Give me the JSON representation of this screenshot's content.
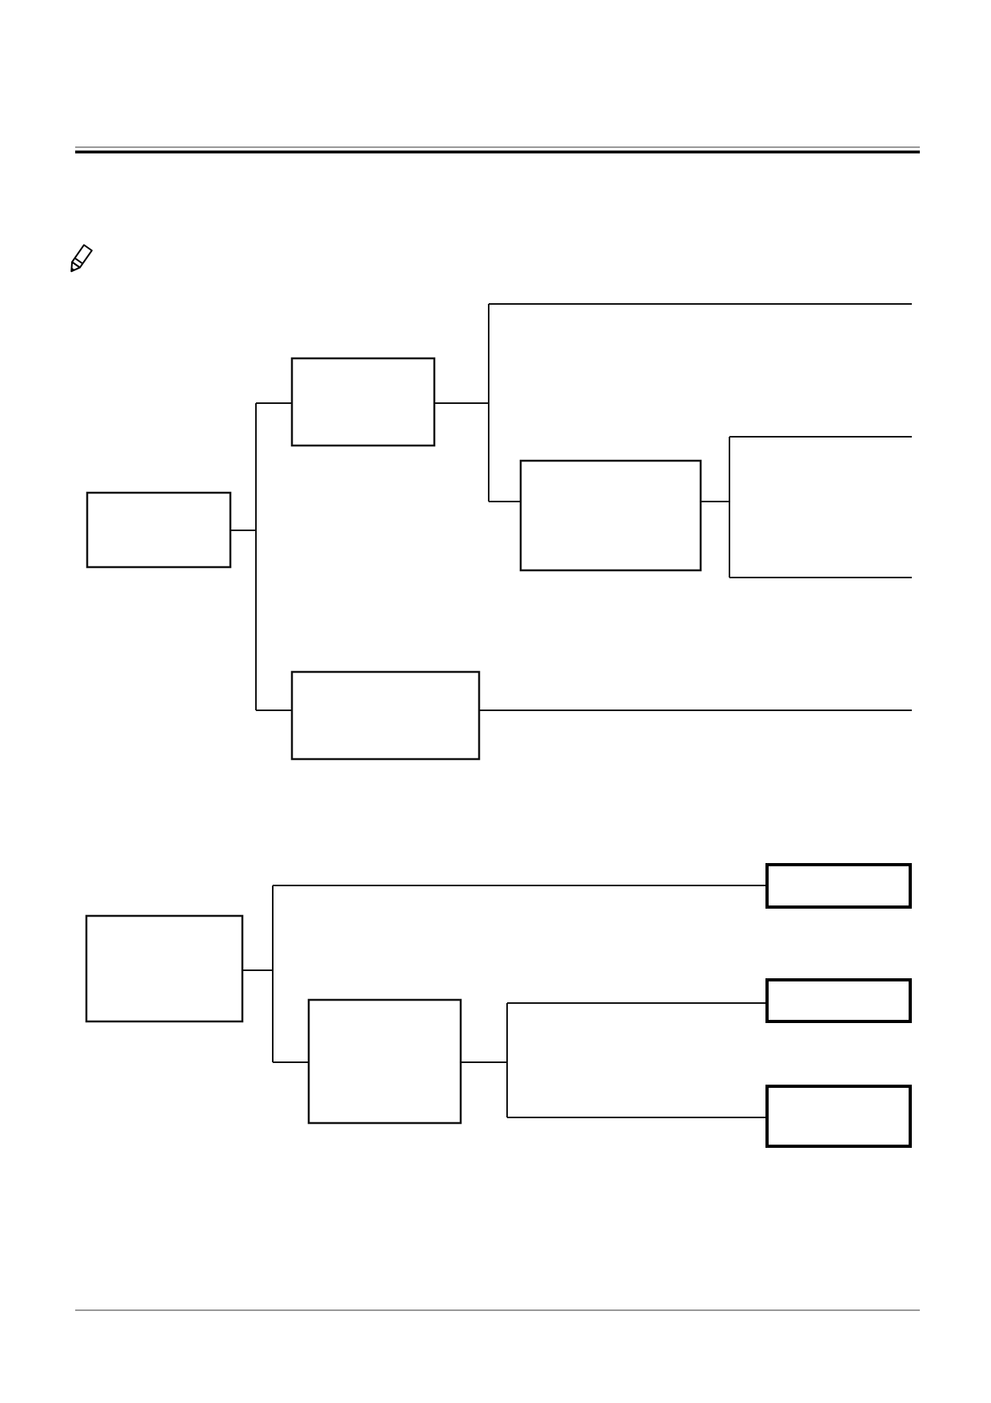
{
  "page": {
    "header_rule": "double",
    "footer_rule": "single"
  },
  "note": {
    "icon": "pencil-icon"
  },
  "diagrams": [
    {
      "name": "upper-tree",
      "boxes": [
        {
          "id": "root",
          "label": ""
        },
        {
          "id": "branch-1",
          "label": ""
        },
        {
          "id": "branch-1-1",
          "label": ""
        },
        {
          "id": "branch-2",
          "label": ""
        }
      ],
      "open_leaves": 4
    },
    {
      "name": "lower-tree",
      "boxes": [
        {
          "id": "root",
          "label": ""
        },
        {
          "id": "branch-1",
          "label": ""
        },
        {
          "id": "leaf-1",
          "label": ""
        },
        {
          "id": "leaf-2",
          "label": ""
        },
        {
          "id": "leaf-3",
          "label": ""
        }
      ]
    }
  ],
  "colors": {
    "line": "#111111",
    "background": "#ffffff"
  }
}
